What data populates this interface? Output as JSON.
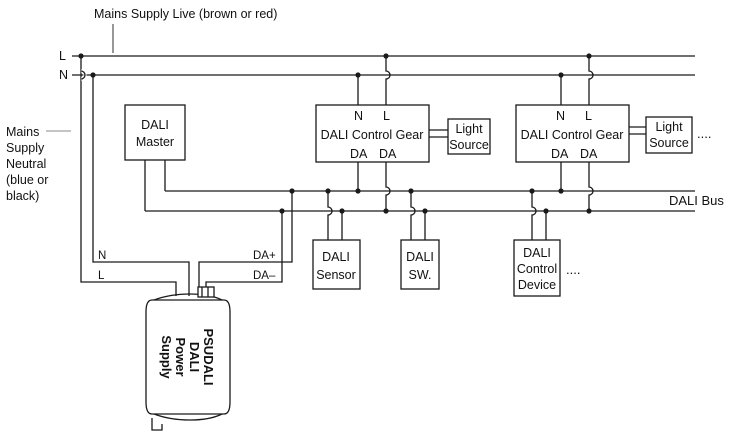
{
  "annotations": {
    "live_title": "Mains Supply Live (brown or red)",
    "neutral_title": [
      "Mains",
      "Supply",
      "Neutral",
      "(blue or",
      "black)"
    ],
    "bus_label": "DALI Bus"
  },
  "rails": {
    "live": "L",
    "neutral": "N"
  },
  "master": {
    "lines": [
      "DALI",
      "Master"
    ]
  },
  "control_gears": [
    {
      "label": "DALI Control Gear",
      "n": "N",
      "l": "L",
      "da1": "DA",
      "da2": "DA",
      "light_source": [
        "Light",
        "Source"
      ],
      "ellipsis": ""
    },
    {
      "label": "DALI Control Gear",
      "n": "N",
      "l": "L",
      "da1": "DA",
      "da2": "DA",
      "light_source": [
        "Light",
        "Source"
      ],
      "ellipsis": "...."
    }
  ],
  "bus_devices": {
    "sensor": [
      "DALI",
      "Sensor"
    ],
    "switch": [
      "DALI",
      "SW."
    ],
    "control_device": [
      "DALI",
      "Control",
      "Device"
    ],
    "control_device_ellipsis": "...."
  },
  "power_supply": {
    "lines": [
      "PSUDALI",
      "DALI",
      "Power",
      "Supply"
    ],
    "terminal_n": "N",
    "terminal_l": "L",
    "terminal_da_plus": "DA+",
    "terminal_da_minus": "DA–"
  }
}
